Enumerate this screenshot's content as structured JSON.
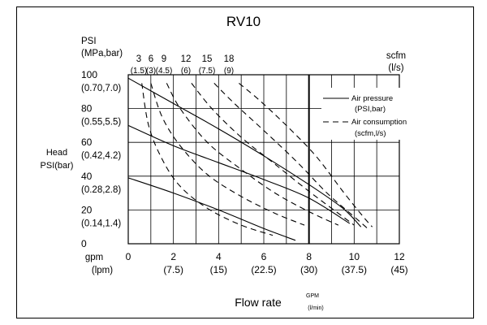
{
  "chart_data": {
    "type": "line",
    "title": "RV10",
    "xlabel": "Flow rate",
    "xlabel_units": [
      "GPM",
      "(l/min)"
    ],
    "ylabel_lines": [
      "Head",
      "PSI(bar)"
    ],
    "y_left_units": [
      "PSI",
      "(MPa,bar)"
    ],
    "y_right_units": [
      "scfm",
      "(l/s)"
    ],
    "x_units": [
      "gpm",
      "(lpm)"
    ],
    "xlim": [
      0,
      12
    ],
    "ylim": [
      0,
      100
    ],
    "grid": true,
    "legend_position": "top-right",
    "x_ticks": [
      {
        "value": 0,
        "primary": "0",
        "secondary": ""
      },
      {
        "value": 2,
        "primary": "2",
        "secondary": "(7.5)"
      },
      {
        "value": 4,
        "primary": "4",
        "secondary": "(15)"
      },
      {
        "value": 6,
        "primary": "6",
        "secondary": "(22.5)"
      },
      {
        "value": 8,
        "primary": "8",
        "secondary": "(30)"
      },
      {
        "value": 10,
        "primary": "10",
        "secondary": "(37.5)"
      },
      {
        "value": 12,
        "primary": "12",
        "secondary": "(45)"
      }
    ],
    "y_ticks": [
      {
        "value": 0,
        "primary": "0",
        "secondary": ""
      },
      {
        "value": 20,
        "primary": "20",
        "secondary": "(0.14,1.4)"
      },
      {
        "value": 40,
        "primary": "40",
        "secondary": "(0.28,2.8)"
      },
      {
        "value": 60,
        "primary": "60",
        "secondary": "(0.42,4.2)"
      },
      {
        "value": 80,
        "primary": "80",
        "secondary": "(0.55,5.5)"
      },
      {
        "value": 100,
        "primary": "100",
        "secondary": "(0.70,7.0)"
      }
    ],
    "air_consumption_labels": [
      {
        "value": "3",
        "sub": "(1.5)"
      },
      {
        "value": "6",
        "sub": "(3)"
      },
      {
        "value": "9",
        "sub": "(4.5)"
      },
      {
        "value": "12",
        "sub": "(6)"
      },
      {
        "value": "15",
        "sub": "(7.5)"
      },
      {
        "value": "18",
        "sub": "(9)"
      }
    ],
    "legend": [
      {
        "style": "solid",
        "lines": [
          "Air pressure",
          "(PSI,bar)"
        ]
      },
      {
        "style": "dashed",
        "lines": [
          "Air consumption",
          "(scfm,l/s)"
        ]
      }
    ],
    "series": [
      {
        "style": "solid",
        "points": [
          [
            0,
            98
          ],
          [
            2,
            83
          ],
          [
            4,
            68
          ],
          [
            6,
            52
          ],
          [
            8,
            35
          ],
          [
            9.5,
            21
          ],
          [
            10.3,
            10
          ]
        ]
      },
      {
        "style": "solid",
        "points": [
          [
            0,
            70
          ],
          [
            2,
            58
          ],
          [
            4,
            48
          ],
          [
            6,
            38
          ],
          [
            8,
            27
          ],
          [
            9.8,
            12
          ]
        ]
      },
      {
        "style": "solid",
        "points": [
          [
            0,
            39
          ],
          [
            2,
            30
          ],
          [
            4,
            20
          ],
          [
            6,
            9
          ],
          [
            7.4,
            2
          ]
        ]
      },
      {
        "style": "dashed",
        "points": [
          [
            0.6,
            95
          ],
          [
            0.9,
            70
          ],
          [
            1.5,
            50
          ],
          [
            2.3,
            34
          ],
          [
            3.5,
            21
          ],
          [
            5,
            11
          ],
          [
            6.4,
            5
          ]
        ]
      },
      {
        "style": "dashed",
        "points": [
          [
            1.0,
            95
          ],
          [
            1.5,
            75
          ],
          [
            2.3,
            58
          ],
          [
            3.5,
            41
          ],
          [
            5,
            28
          ],
          [
            6.5,
            18
          ],
          [
            7.8,
            11
          ]
        ]
      },
      {
        "style": "dashed",
        "points": [
          [
            1.7,
            95
          ],
          [
            2.3,
            80
          ],
          [
            3.5,
            60
          ],
          [
            5,
            44
          ],
          [
            6.5,
            30
          ],
          [
            8,
            19
          ],
          [
            9.3,
            11
          ]
        ]
      },
      {
        "style": "dashed",
        "points": [
          [
            2.8,
            95
          ],
          [
            3.7,
            80
          ],
          [
            5,
            63
          ],
          [
            6.5,
            47
          ],
          [
            8,
            31
          ],
          [
            9.2,
            19
          ],
          [
            10,
            11
          ]
        ]
      },
      {
        "style": "dashed",
        "points": [
          [
            3.8,
            95
          ],
          [
            4.7,
            83
          ],
          [
            6,
            67
          ],
          [
            7.5,
            48
          ],
          [
            8.8,
            30
          ],
          [
            10,
            16
          ],
          [
            10.6,
            9
          ]
        ]
      },
      {
        "style": "dashed",
        "points": [
          [
            4.9,
            95
          ],
          [
            5.8,
            85
          ],
          [
            7,
            70
          ],
          [
            8.3,
            52
          ],
          [
            9.5,
            31
          ],
          [
            10.4,
            16
          ],
          [
            10.8,
            10
          ]
        ]
      }
    ]
  }
}
